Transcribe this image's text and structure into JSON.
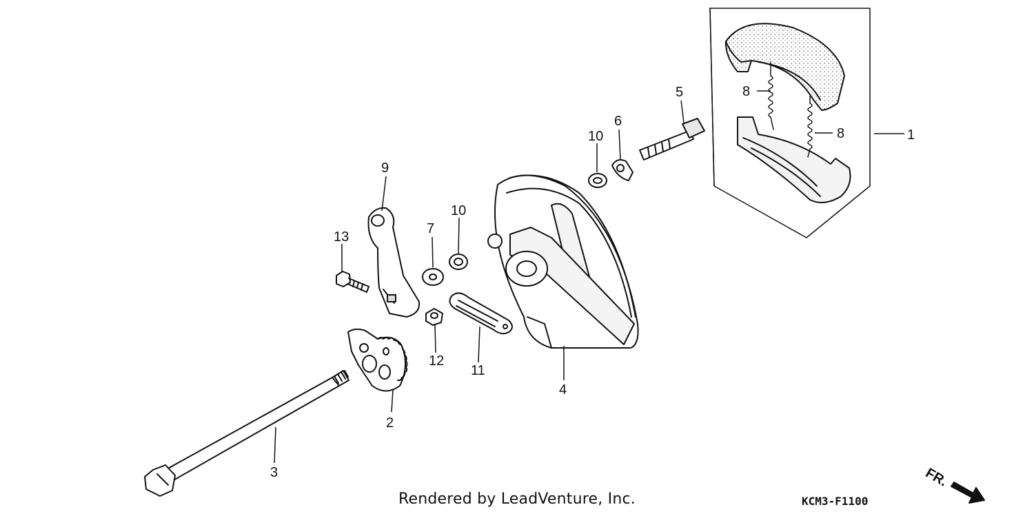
{
  "diagram": {
    "callouts": [
      {
        "id": "1",
        "label": "1"
      },
      {
        "id": "2",
        "label": "2"
      },
      {
        "id": "3",
        "label": "3"
      },
      {
        "id": "4",
        "label": "4"
      },
      {
        "id": "5",
        "label": "5"
      },
      {
        "id": "6",
        "label": "6"
      },
      {
        "id": "7",
        "label": "7"
      },
      {
        "id": "8a",
        "label": "8"
      },
      {
        "id": "8b",
        "label": "8"
      },
      {
        "id": "9",
        "label": "9"
      },
      {
        "id": "10a",
        "label": "10"
      },
      {
        "id": "10b",
        "label": "10"
      },
      {
        "id": "11",
        "label": "11"
      },
      {
        "id": "12",
        "label": "12"
      },
      {
        "id": "13",
        "label": "13"
      }
    ],
    "front_marker": "FR."
  },
  "footer": {
    "credit": "Rendered by LeadVenture, Inc.",
    "code": "KCM3-F1100"
  },
  "colors": {
    "line": "#111111",
    "background": "#ffffff",
    "shading": "#cfcfcf"
  }
}
